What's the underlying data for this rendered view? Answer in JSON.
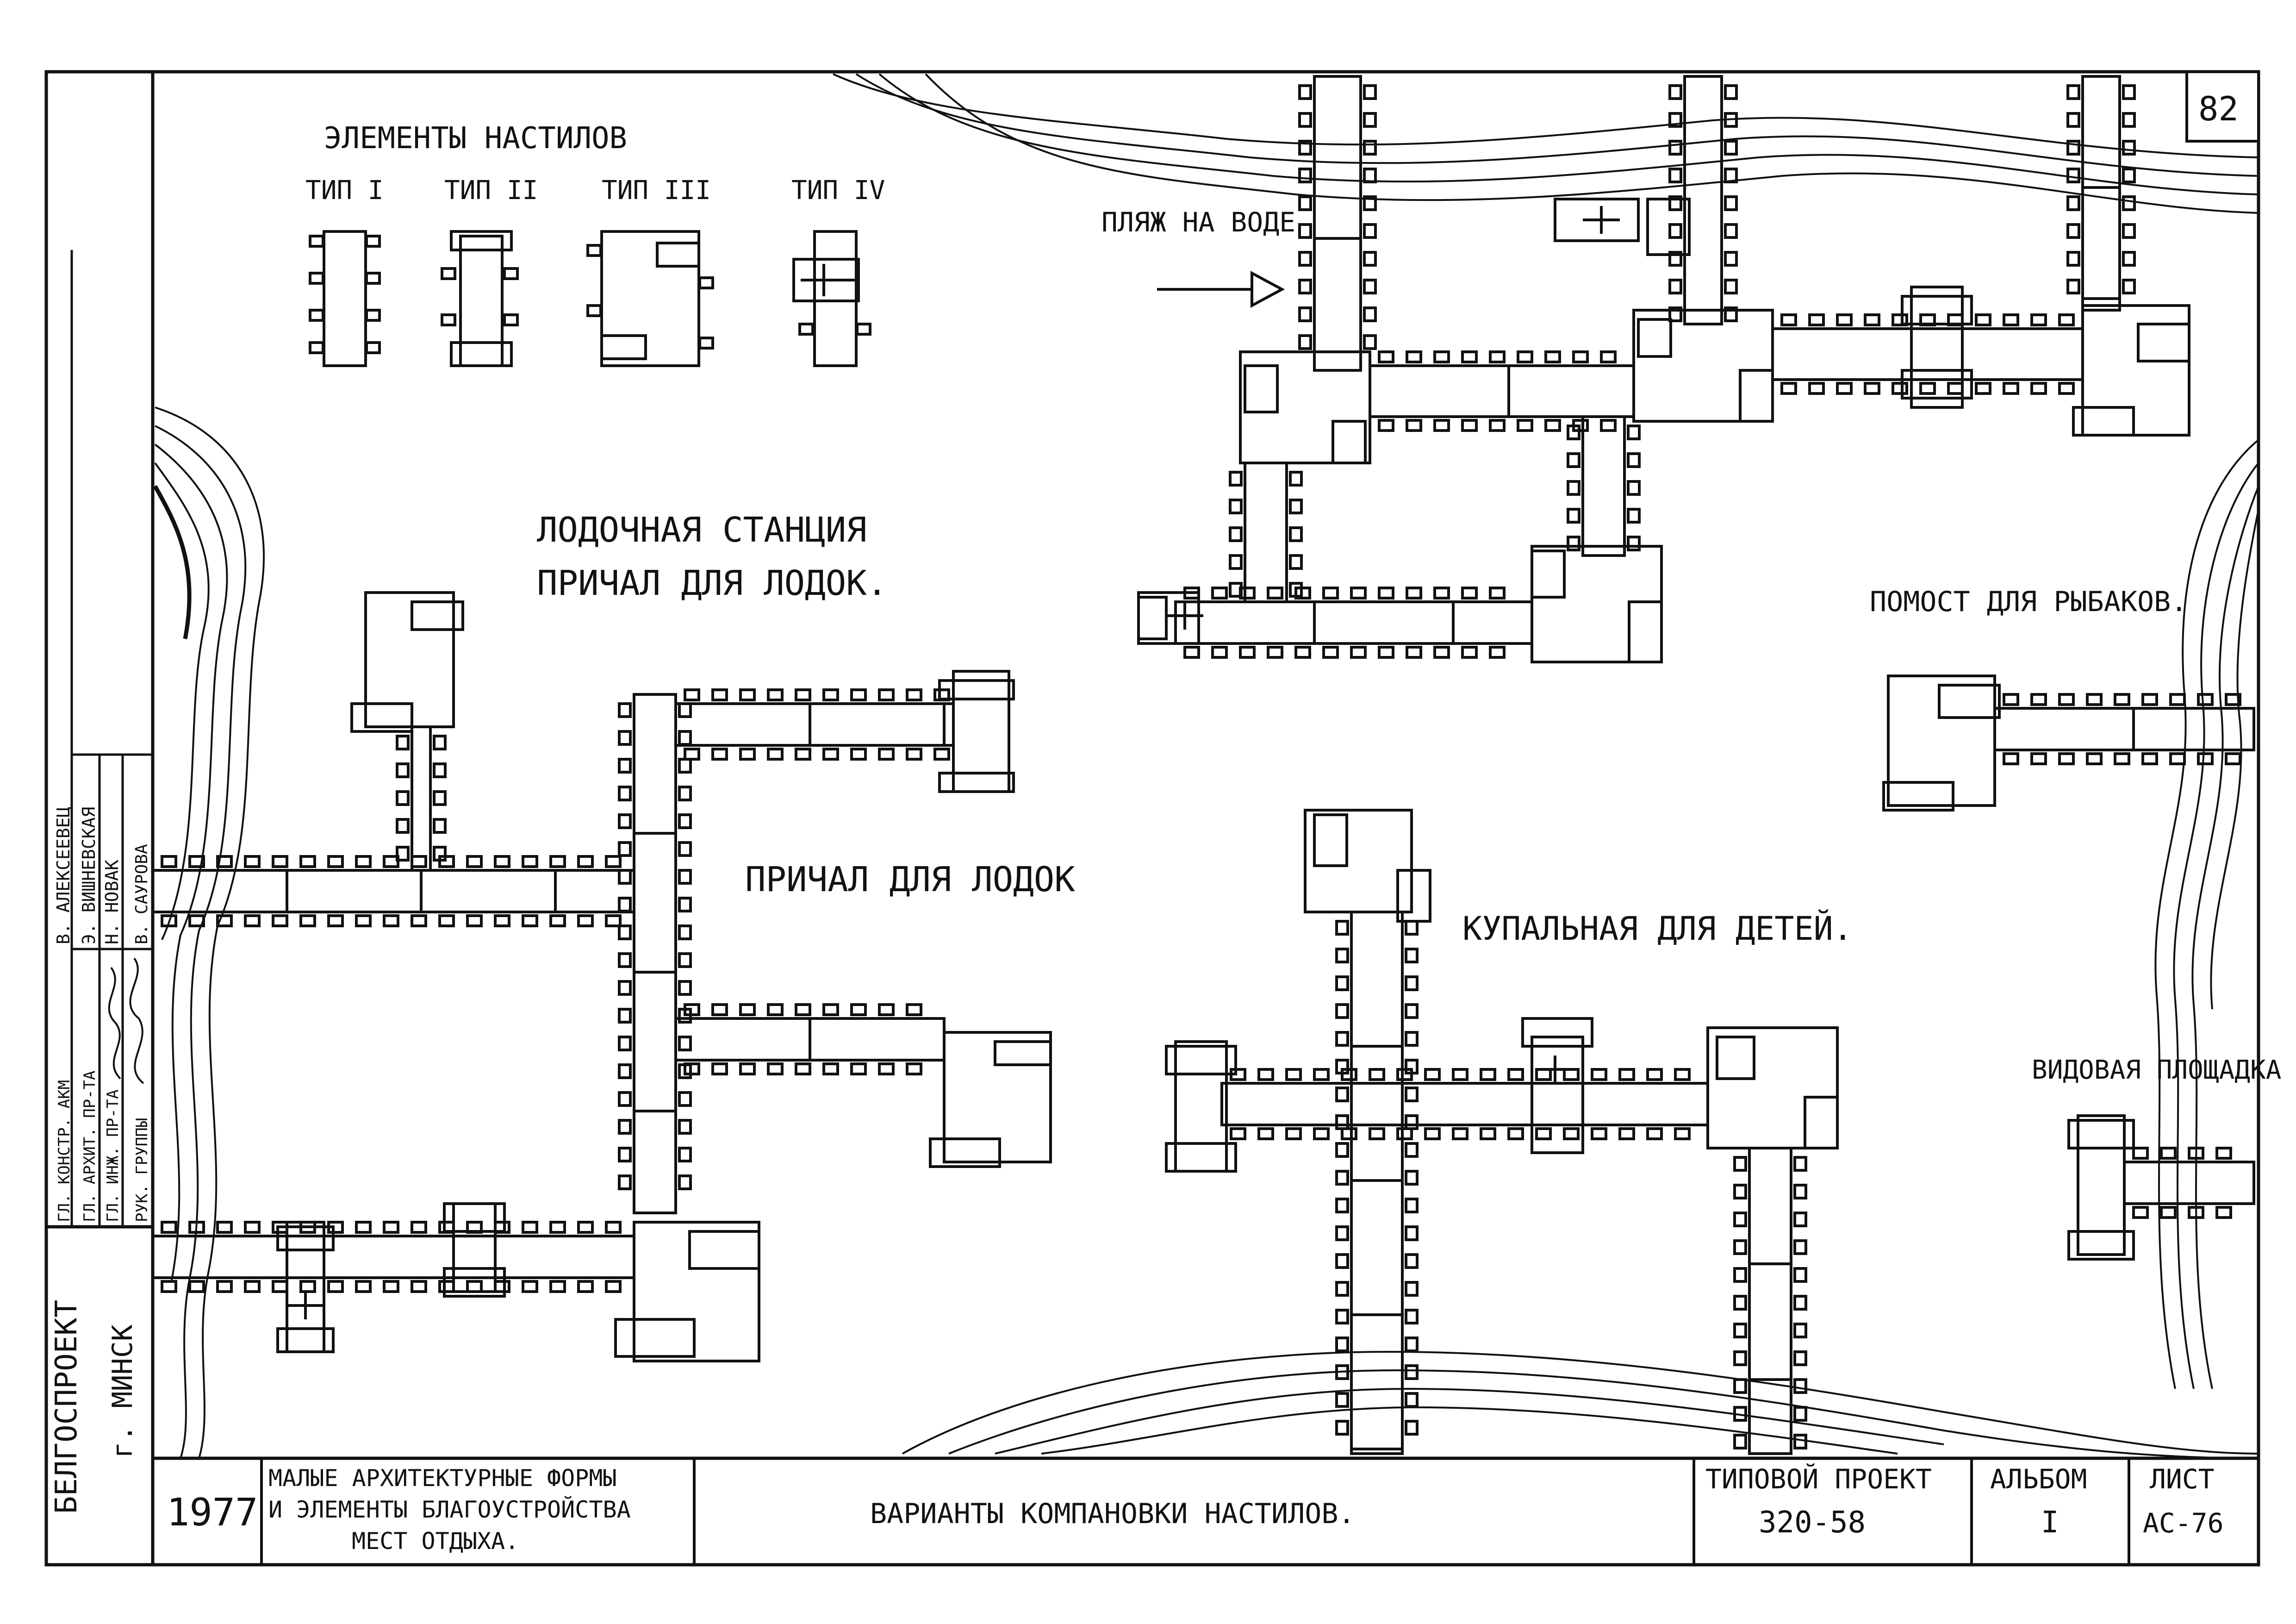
{
  "sheet_number": "82",
  "legend": {
    "title": "ЭЛЕМЕНТЫ НАСТИЛОВ",
    "types": [
      "ТИП I",
      "ТИП II",
      "ТИП III",
      "ТИП IV"
    ]
  },
  "labels": {
    "beach": "ПЛЯЖ НА ВОДЕ",
    "boat_station_line1": "ЛОДОЧНАЯ СТАНЦИЯ",
    "boat_station_line2": "ПРИЧАЛ ДЛЯ ЛОДОК.",
    "boat_pier": "ПРИЧАЛ ДЛЯ ЛОДОК",
    "children_bath": "КУПАЛЬНАЯ ДЛЯ ДЕТЕЙ.",
    "fishermen": "ПОМОСТ ДЛЯ РЫБАКОВ.",
    "viewpoint": "ВИДОВАЯ ПЛОЩАДКА"
  },
  "stamp": {
    "org": "БЕЛГОСПРОЕКТ",
    "city": "г. МИНСК",
    "roles": [
      "ГЛ. КОНСТР. АКМ",
      "ГЛ. АРХИТ. ПР-ТА",
      "ГЛ. ИНЖ. ПР-ТА",
      "РУК. ГРУППЫ"
    ],
    "names": [
      "В. АЛЕКСЕЕВЕЦ",
      "Э. ВИШНЕВСКАЯ",
      "Н. НОВАК",
      "В. САУРОВА"
    ],
    "year": "1977",
    "subject_line1": "МАЛЫЕ АРХИТЕКТУРНЫЕ ФОРМЫ",
    "subject_line2": "И ЭЛЕМЕНТЫ БЛАГОУСТРОЙСТВА",
    "subject_line3": "МЕСТ ОТДЫХА.",
    "drawing_title": "ВАРИАНТЫ КОМПАНОВКИ НАСТИЛОВ.",
    "project_label": "ТИПОВОЙ ПРОЕКТ",
    "project_number": "320-58",
    "album_label": "АЛЬБОМ",
    "album_number": "I",
    "sheet_label": "ЛИСТ",
    "sheet_code": "АС-76"
  }
}
